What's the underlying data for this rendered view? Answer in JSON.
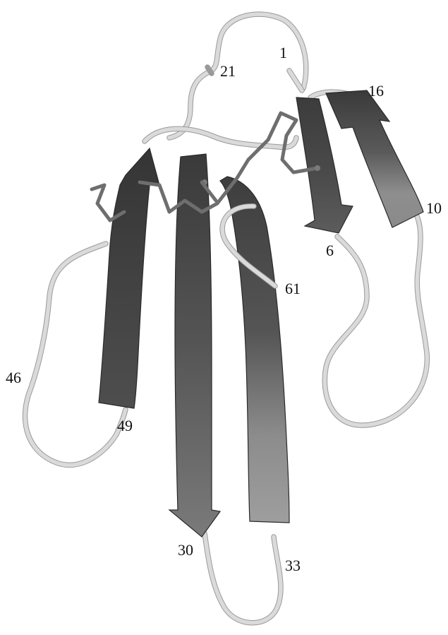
{
  "colors": {
    "background": "#ffffff",
    "strand_dark": "#3f3f3f",
    "strand_mid": "#5a5a5a",
    "strand_light": "#9a9a9a",
    "coil": "#dadada",
    "sidechain": "#6e6e6e",
    "label": "#111111"
  },
  "residue_labels": {
    "r1": "1",
    "r21": "21",
    "r16": "16",
    "r10": "10",
    "r6": "6",
    "r61": "61",
    "r46": "46",
    "r49": "49",
    "r30": "30",
    "r33": "33"
  }
}
